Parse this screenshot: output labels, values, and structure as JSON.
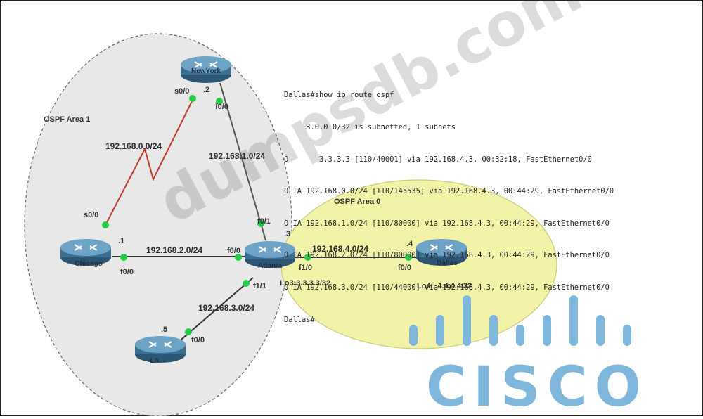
{
  "diagram": {
    "areas": {
      "area1": {
        "label": "OSPF Area 1",
        "fill": "#e8e8e8",
        "border": "#666666"
      },
      "area0": {
        "label": "OSPF Area 0",
        "fill": "#f2f2a8",
        "border": "#c9c97a"
      }
    },
    "routers": {
      "newyork": {
        "name": "NewYork"
      },
      "chicago": {
        "name": "Chicago"
      },
      "atlanta": {
        "name": "Atlanta"
      },
      "la": {
        "name": "LA"
      },
      "dallas": {
        "name": "Dallas"
      }
    },
    "links": {
      "ny_chicago": {
        "network": "192.168.0.0/24",
        "type": "serial",
        "color": "#c0392b"
      },
      "ny_atlanta": {
        "network": "192.168.1.0/24",
        "type": "ethernet",
        "color": "#555555"
      },
      "chicago_atlanta": {
        "network": "192.168.2.0/24",
        "type": "ethernet",
        "color": "#333333"
      },
      "atlanta_la": {
        "network": "192.168.3.0/24",
        "type": "ethernet",
        "color": "#333333"
      },
      "atlanta_dallas": {
        "network": "192.168.4.0/24",
        "type": "ethernet",
        "color": "#333333"
      }
    },
    "interfaces": {
      "ny_s00": "s0/0",
      "ny_s00_host": ".2",
      "ny_f00": "f0/0",
      "chicago_s00": "s0/0",
      "chicago_host": ".1",
      "chicago_f00": "f0/0",
      "atlanta_f01": "f0/1",
      "atlanta_f00": "f0/0",
      "atlanta_f11": "f1/1",
      "atlanta_f10": "f1/0",
      "atlanta_host": ".3",
      "la_host": ".5",
      "la_f00": "f0/0",
      "dallas_host": ".4",
      "dallas_f00": "f0/0"
    },
    "loopbacks": {
      "atlanta": "Lo3:3.3.3.3/32",
      "dallas": "Lo4 : 4.4.4.4/32"
    },
    "port_color": "#22cc44",
    "router_color": "#3b6f8f"
  },
  "terminal": {
    "lines": [
      "Dallas#show ip route ospf",
      "     3.0.0.0/32 is subnetted, 1 subnets",
      "O       3.3.3.3 [110/40001] via 192.168.4.3, 00:32:18, FastEthernet0/0",
      "O IA 192.168.0.0/24 [110/145535] via 192.168.4.3, 00:44:29, FastEthernet0/0",
      "O IA 192.168.1.0/24 [110/80000] via 192.168.4.3, 00:44:29, FastEthernet0/0",
      "O IA 192.168.2.0/24 [110/80000] via 192.168.4.3, 00:44:29, FastEthernet0/0",
      "O IA 192.168.3.0/24 [110/44000] via 192.168.4.3, 00:44:29, FastEthernet0/0",
      "Dallas#"
    ]
  },
  "watermark": {
    "text": "dumpsdb.com"
  },
  "logo": {
    "wordmark": "CISCO",
    "color": "#7fb7dc"
  }
}
